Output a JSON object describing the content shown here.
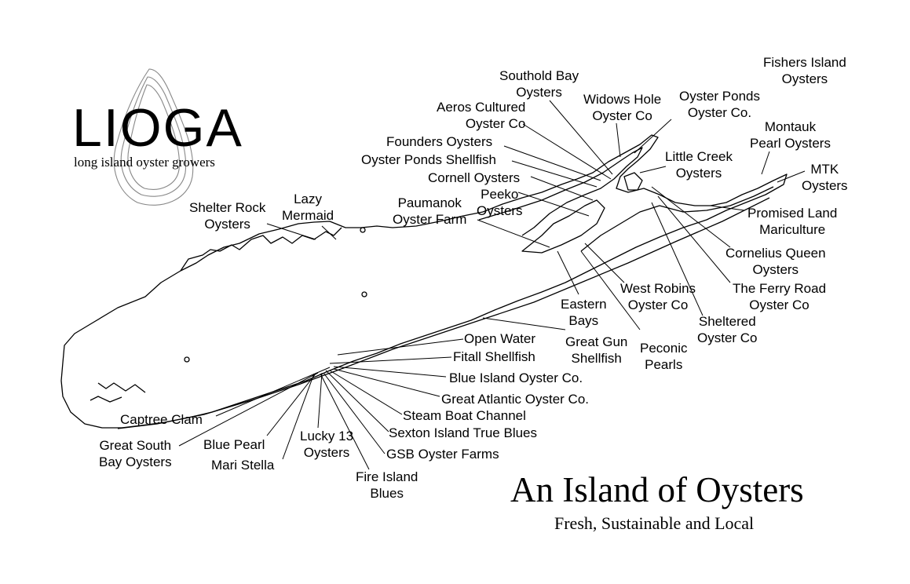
{
  "logo": {
    "name": "LIOGA",
    "tagline": "long island oyster growers"
  },
  "title": "An Island of Oysters",
  "subtitle": "Fresh, Sustainable and Local",
  "labels": {
    "fishers_island": [
      "Fishers Island",
      "Oysters"
    ],
    "southold_bay": [
      "Southold Bay",
      "Oysters"
    ],
    "widows_hole": [
      "Widows Hole",
      "Oyster Co"
    ],
    "oyster_ponds_co": [
      "Oyster Ponds",
      "Oyster Co."
    ],
    "aeros": [
      "Aeros Cultured",
      "Oyster Co"
    ],
    "montauk_pearl": [
      "Montauk",
      "Pearl Oysters"
    ],
    "founders": [
      "Founders Oysters"
    ],
    "oyster_ponds_shellfish": [
      "Oyster Ponds Shellfish"
    ],
    "little_creek": [
      "Little Creek",
      "Oysters"
    ],
    "mtk": [
      "MTK",
      "Oysters"
    ],
    "cornell": [
      "Cornell Oysters"
    ],
    "peeko": [
      "Peeko",
      "Oysters"
    ],
    "paumanok": [
      "Paumanok",
      "Oyster Farm"
    ],
    "promised_land": [
      "Promised Land",
      "Mariculture"
    ],
    "shelter_rock": [
      "Shelter Rock",
      "Oysters"
    ],
    "lazy_mermaid": [
      "Lazy",
      "Mermaid"
    ],
    "cornelius_queen": [
      "Cornelius Queen",
      "Oysters"
    ],
    "west_robins": [
      "West Robins",
      "Oyster Co"
    ],
    "ferry_road": [
      "The Ferry Road",
      "Oyster Co"
    ],
    "eastern_bays": [
      "Eastern",
      "Bays"
    ],
    "sheltered": [
      "Sheltered",
      "Oyster Co"
    ],
    "open_water": [
      "Open Water"
    ],
    "great_gun": [
      "Great Gun",
      "Shellfish"
    ],
    "peconic_pearls": [
      "Peconic",
      "Pearls"
    ],
    "fitall": [
      "Fitall Shellfish"
    ],
    "blue_island": [
      "Blue Island Oyster Co."
    ],
    "great_atlantic": [
      "Great Atlantic Oyster Co."
    ],
    "captree": [
      "Captree Clam"
    ],
    "steam_boat": [
      "Steam Boat Channel"
    ],
    "sexton": [
      "Sexton Island True Blues"
    ],
    "great_south_bay": [
      "Great South",
      "Bay Oysters"
    ],
    "blue_pearl": [
      "Blue Pearl"
    ],
    "lucky13": [
      "Lucky 13",
      "Oysters"
    ],
    "gsb_farms": [
      "GSB Oyster Farms"
    ],
    "mari_stella": [
      "Mari Stella"
    ],
    "fire_island": [
      "Fire Island",
      "Blues"
    ]
  }
}
